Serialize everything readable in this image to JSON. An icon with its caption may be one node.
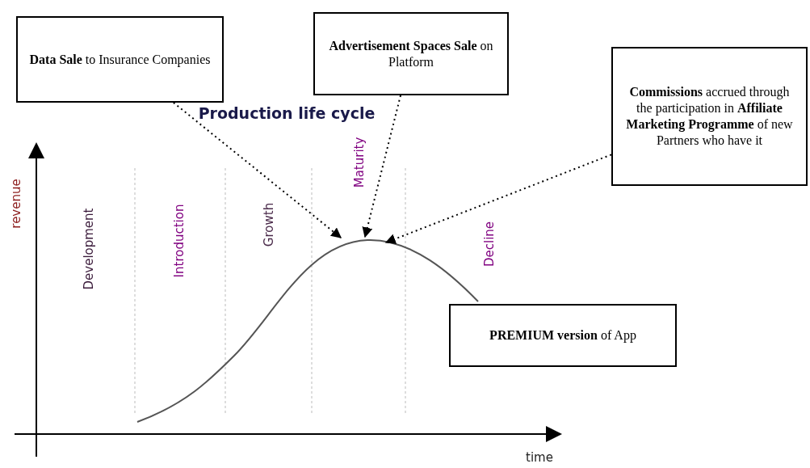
{
  "diagram": {
    "title": "Production life cycle",
    "nodes": [
      {
        "text": [
          "**Data Sale** to Insurance Companies"
        ]
      },
      {
        "text": [
          "**Advertisement Spaces Sale** on Platform"
        ]
      },
      {
        "text": [
          "**Commissions** accrued through the participation in **Affiliate Marketing Programme** of new Partners who have it"
        ]
      },
      {
        "text": [
          "**PREMIUM version** of App"
        ]
      }
    ],
    "edges": [
      {
        "from": 0,
        "to": null,
        "arrow": "to",
        "style": "dashed"
      },
      {
        "from": 1,
        "to": null,
        "arrow": "to",
        "style": "dashed"
      },
      {
        "from": 2,
        "to": null,
        "arrow": "to",
        "style": "dashed"
      }
    ],
    "labels": [
      "revenue",
      "Development",
      "Introduction",
      "Growth",
      "Maturity",
      "Decline",
      "time"
    ]
  }
}
